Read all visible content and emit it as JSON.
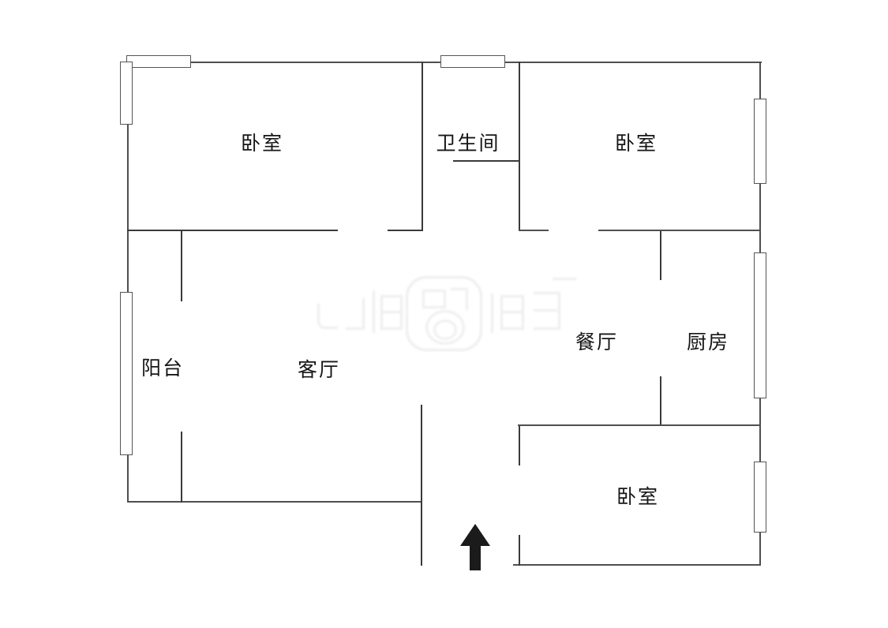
{
  "floorplan": {
    "rooms": [
      {
        "id": "bedroom-top-left",
        "label": "卧室"
      },
      {
        "id": "bathroom",
        "label": "卫生间"
      },
      {
        "id": "bedroom-top-right",
        "label": "卧室"
      },
      {
        "id": "balcony",
        "label": "阳台"
      },
      {
        "id": "living-room",
        "label": "客厅"
      },
      {
        "id": "dining-room",
        "label": "餐厅"
      },
      {
        "id": "kitchen",
        "label": "厨房"
      },
      {
        "id": "bedroom-bottom",
        "label": "卧室"
      }
    ],
    "entrance_arrow": {
      "direction": "up"
    },
    "watermark": {
      "description": "faint illegible platform logo watermark in center"
    },
    "colors": {
      "background": "#ffffff",
      "wall": "#4f4f4f",
      "label": "#161616",
      "arrow": "#1b1b1b",
      "watermark": "#ececec"
    }
  }
}
